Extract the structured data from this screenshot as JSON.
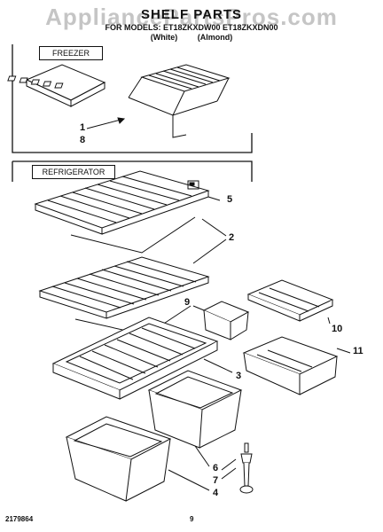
{
  "header": {
    "watermark": "AppliancePartsPros.com",
    "title": "SHELF PARTS",
    "models": "FOR MODELS: ET18ZKXDW00  ET18ZKXDN00",
    "variant_white": "(White)",
    "variant_almond": "(Almond)"
  },
  "sections": {
    "freezer": "FREEZER",
    "refrigerator": "REFRIGERATOR"
  },
  "callouts": [
    "1",
    "8",
    "5",
    "2",
    "9",
    "10",
    "11",
    "3",
    "6",
    "7",
    "4"
  ],
  "footer": {
    "part_number": "2179864",
    "page_number": "9"
  }
}
